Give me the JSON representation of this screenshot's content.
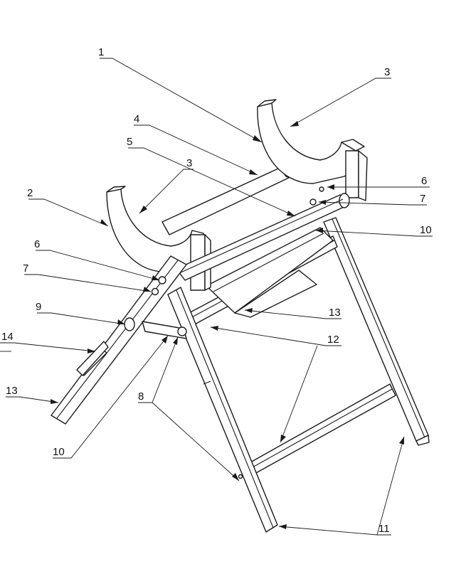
{
  "diagram": {
    "callouts": [
      {
        "id": "c1",
        "label": "1"
      },
      {
        "id": "c2",
        "label": "2"
      },
      {
        "id": "c3a",
        "label": "3"
      },
      {
        "id": "c3b",
        "label": "3"
      },
      {
        "id": "c4",
        "label": "4"
      },
      {
        "id": "c5",
        "label": "5"
      },
      {
        "id": "c6a",
        "label": "6"
      },
      {
        "id": "c6b",
        "label": "6"
      },
      {
        "id": "c7a",
        "label": "7"
      },
      {
        "id": "c7b",
        "label": "7"
      },
      {
        "id": "c8",
        "label": "8"
      },
      {
        "id": "c9",
        "label": "9"
      },
      {
        "id": "c10a",
        "label": "10"
      },
      {
        "id": "c10b",
        "label": "10"
      },
      {
        "id": "c11",
        "label": "11"
      },
      {
        "id": "c12",
        "label": "12"
      },
      {
        "id": "c13a",
        "label": "13"
      },
      {
        "id": "c13b",
        "label": "13"
      },
      {
        "id": "c14",
        "label": "14"
      }
    ]
  }
}
